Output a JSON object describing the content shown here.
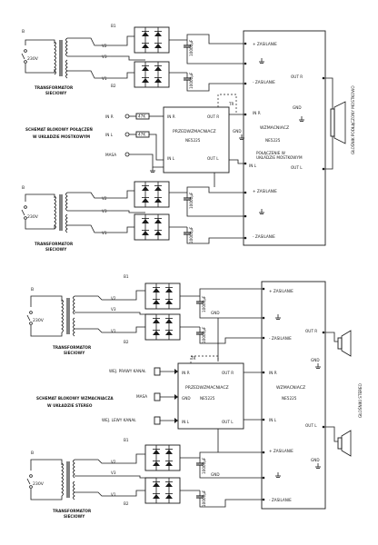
{
  "top": {
    "title_line1": "SCHEMAT BLOKOWY POŁĄCZEŃ",
    "title_line2": "W UKŁADZIE MOSTKOWYM",
    "transformer_upper": {
      "fuse": "B",
      "mains": "230V",
      "label_line1": "TRANSFORMATOR",
      "label_line2": "SIECIOWY",
      "taps": [
        "V2",
        "V3",
        "V1"
      ]
    },
    "transformer_lower": {
      "fuse": "B",
      "mains": "230V",
      "label_line1": "TRANSFORMATOR",
      "label_line2": "SIECIOWY",
      "taps": [
        "V2",
        "V3",
        "V1"
      ]
    },
    "rectifier_upper": {
      "b1": "B1",
      "b2": "B2",
      "cap1": "10000μF",
      "cap2": "10000μF"
    },
    "rectifier_lower": {
      "cap1": "10000μF",
      "cap2": "10000μF"
    },
    "preamp": {
      "title": "PRZEDWZMACNIACZ",
      "chip": "NE5225",
      "in_r": "IN R",
      "in_l": "IN L",
      "out_r": "OUT R",
      "out_l": "OUT L",
      "gnd": "GND",
      "tr": "TR"
    },
    "inputs": {
      "in_r": "IN R",
      "in_l": "IN L",
      "masa": "MASA",
      "r1": "47K",
      "r2": "47K"
    },
    "amp": {
      "title": "WZMACNIACZ",
      "chip": "NE5225",
      "zas1": "+ ZASILANIE",
      "zas2": "- ZASILANIE",
      "zas3": "+ ZASILANIE",
      "zas4": "- ZASILANIE",
      "out_r": "OUT R",
      "out_l": "OUT L",
      "gnd": "GND",
      "in_r": "IN R",
      "in_l": "IN L",
      "bridge_note_line1": "POŁĄCZENIE W",
      "bridge_note_line2": "UKŁADZIE MOSTKOWYM"
    },
    "speaker_label": "GŁOŚNIK PODŁĄCZONY MOSTKOWO"
  },
  "bottom": {
    "title_line1": "SCHEMAT BLOKOWY WZMACNIACZA",
    "title_line2": "W UKŁADZIE STEREO",
    "transformer_upper": {
      "fuse": "B",
      "mains": "230V",
      "label_line1": "TRANSFORMATOR",
      "label_line2": "SIECIOWY",
      "taps": [
        "V2",
        "V3",
        "V1"
      ]
    },
    "transformer_lower": {
      "fuse": "B",
      "mains": "230V",
      "label_line1": "TRANSFORMATOR",
      "label_line2": "SIECIOWY",
      "taps": [
        "V2",
        "V3",
        "V1"
      ]
    },
    "rectifier_upper": {
      "b1": "B1",
      "b2": "B2",
      "cap1": "10000μF",
      "cap2": "10000μF",
      "gnd": "GND"
    },
    "rectifier_lower": {
      "b1": "B1",
      "b2": "B2",
      "cap1": "10000μF",
      "cap2": "10000μF",
      "gnd": "GND"
    },
    "preamp": {
      "title": "PRZEDWZMACNIACZ",
      "chip": "NE5225",
      "in_r": "IN R",
      "in_l": "IN L",
      "out_r": "OUT R",
      "out_l": "OUT L",
      "gnd": "GND",
      "tr": "TR"
    },
    "inputs": {
      "prawy": "WEJ. PRAWY KANAŁ",
      "masa": "MASA",
      "lewy": "WEJ. LEWY KANAŁ"
    },
    "amp": {
      "title": "WZMACNIACZ",
      "chip": "NE5225",
      "zas1": "+ ZASILANIE",
      "zas2": "- ZASILANIE",
      "zas3": "+ ZASILANIE",
      "zas4": "- ZASILANIE",
      "out_r": "OUT R",
      "out_l": "OUT L",
      "gnd1": "GND",
      "gnd2": "GND",
      "in_r": "IN R",
      "in_l": "IN L"
    },
    "speaker_label": "GŁOŚNIKI STEREO"
  }
}
